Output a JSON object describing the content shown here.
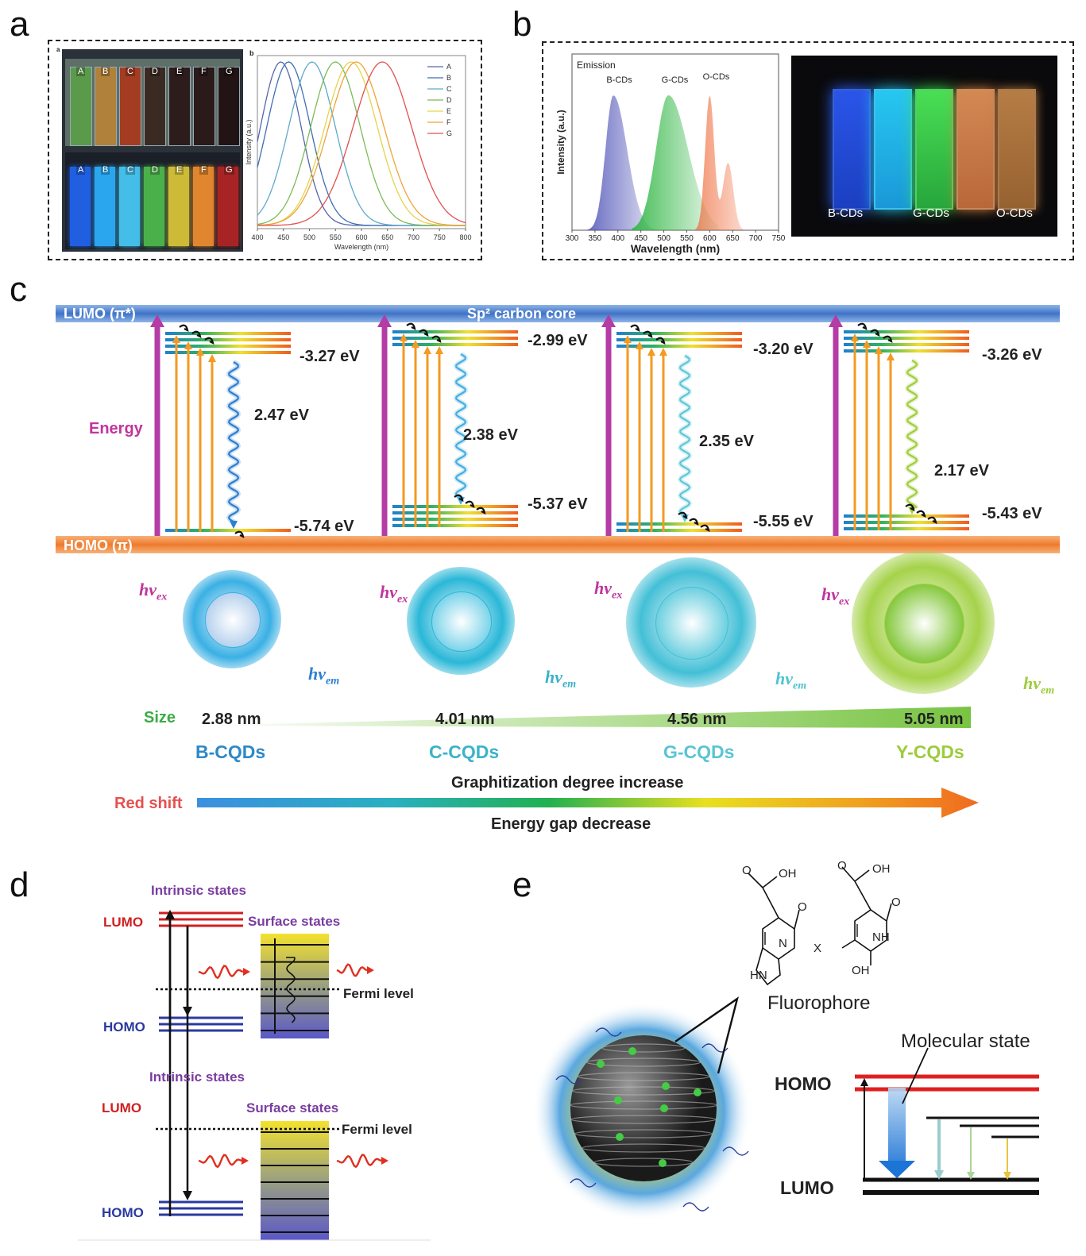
{
  "panel_labels": {
    "a": "a",
    "b": "b",
    "c": "c",
    "d": "d",
    "e": "e"
  },
  "panel_a": {
    "sub_a": "a",
    "sub_b": "b",
    "vial_letters": [
      "A",
      "B",
      "C",
      "D",
      "E",
      "F",
      "G"
    ],
    "chart_data": {
      "type": "line",
      "xlabel": "Wavelength (nm)",
      "ylabel": "Intensity (a.u.)",
      "xlim": [
        400,
        800
      ],
      "x_ticks": [
        400,
        450,
        500,
        550,
        600,
        650,
        700,
        750,
        800
      ],
      "series": [
        {
          "name": "A",
          "color": "#5566aa",
          "peak": 445
        },
        {
          "name": "B",
          "color": "#3f6fb0",
          "peak": 460
        },
        {
          "name": "C",
          "color": "#5fa9c9",
          "peak": 505
        },
        {
          "name": "D",
          "color": "#7cbb58",
          "peak": 550
        },
        {
          "name": "E",
          "color": "#e5d44a",
          "peak": 580
        },
        {
          "name": "F",
          "color": "#f0a33a",
          "peak": 590
        },
        {
          "name": "G",
          "color": "#e05050",
          "peak": 640
        }
      ]
    }
  },
  "panel_b": {
    "chart_data": {
      "type": "area",
      "xlabel": "Wavelength (nm)",
      "ylabel": "Intensity (a.u.)",
      "xlim": [
        300,
        750
      ],
      "x_ticks": [
        300,
        350,
        400,
        450,
        500,
        550,
        600,
        650,
        700,
        750
      ],
      "legend_title": "Emission",
      "series": [
        {
          "name": "B-CDs",
          "color": "#4b4fb5",
          "peak": 390
        },
        {
          "name": "G-CDs",
          "color": "#37b84a",
          "peak": 510
        },
        {
          "name": "O-CDs",
          "color": "#ef6a3a",
          "peak": 600
        }
      ]
    },
    "vial_labels": [
      "B-CDs",
      "G-CDs",
      "O-CDs"
    ]
  },
  "panel_c": {
    "lumo": "LUMO (π*)",
    "core": "Sp² carbon core",
    "homo": "HOMO (π)",
    "energy": "Energy",
    "groups": [
      {
        "top": "-3.27 eV",
        "gap": "2.47 eV",
        "bottom": "-5.74 eV",
        "size": "2.88 nm",
        "name": "B-CQDs",
        "color": "#2f88c8"
      },
      {
        "top": "-2.99 eV",
        "gap": "2.38 eV",
        "bottom": "-5.37 eV",
        "size": "4.01 nm",
        "name": "C-CQDs",
        "color": "#3ab3c8"
      },
      {
        "top": "-3.20 eV",
        "gap": "2.35 eV",
        "bottom": "-5.55 eV",
        "size": "4.56 nm",
        "name": "G-CQDs",
        "color": "#5ac4d4"
      },
      {
        "top": "-3.26 eV",
        "gap": "2.17 eV",
        "bottom": "-5.43 eV",
        "size": "5.05 nm",
        "name": "Y-CQDs",
        "color": "#9ccc3c"
      }
    ],
    "hv_ex": "hv",
    "hv_ex_sub": "ex",
    "hv_em": "hv",
    "hv_em_sub": "em",
    "size_label": "Size",
    "red_shift": "Red shift",
    "arrow_top": "Graphitization degree increase",
    "arrow_bottom": "Energy gap decrease"
  },
  "panel_d": {
    "top": {
      "intrinsic": "Intrinsic states",
      "surface": "Surface states",
      "lumo": "LUMO",
      "homo": "HOMO",
      "fermi": "Fermi level"
    },
    "bottom": {
      "intrinsic": "Intrinsic states",
      "surface": "Surface states",
      "lumo": "LUMO",
      "homo": "HOMO",
      "fermi": "Fermi level"
    }
  },
  "panel_e": {
    "mol1_oh": "OH",
    "mol1_o1": "O",
    "mol1_o2": "O",
    "mol1_n": "N",
    "mol1_hn": "HN",
    "mol2_oh": "OH",
    "mol2_o1": "O",
    "mol2_o2": "O",
    "mol2_x": "X",
    "mol2_nh": "NH",
    "mol2_oh2": "OH",
    "fluorophore": "Fluorophore",
    "molecular_state": "Molecular state",
    "homo": "HOMO",
    "lumo": "LUMO"
  }
}
